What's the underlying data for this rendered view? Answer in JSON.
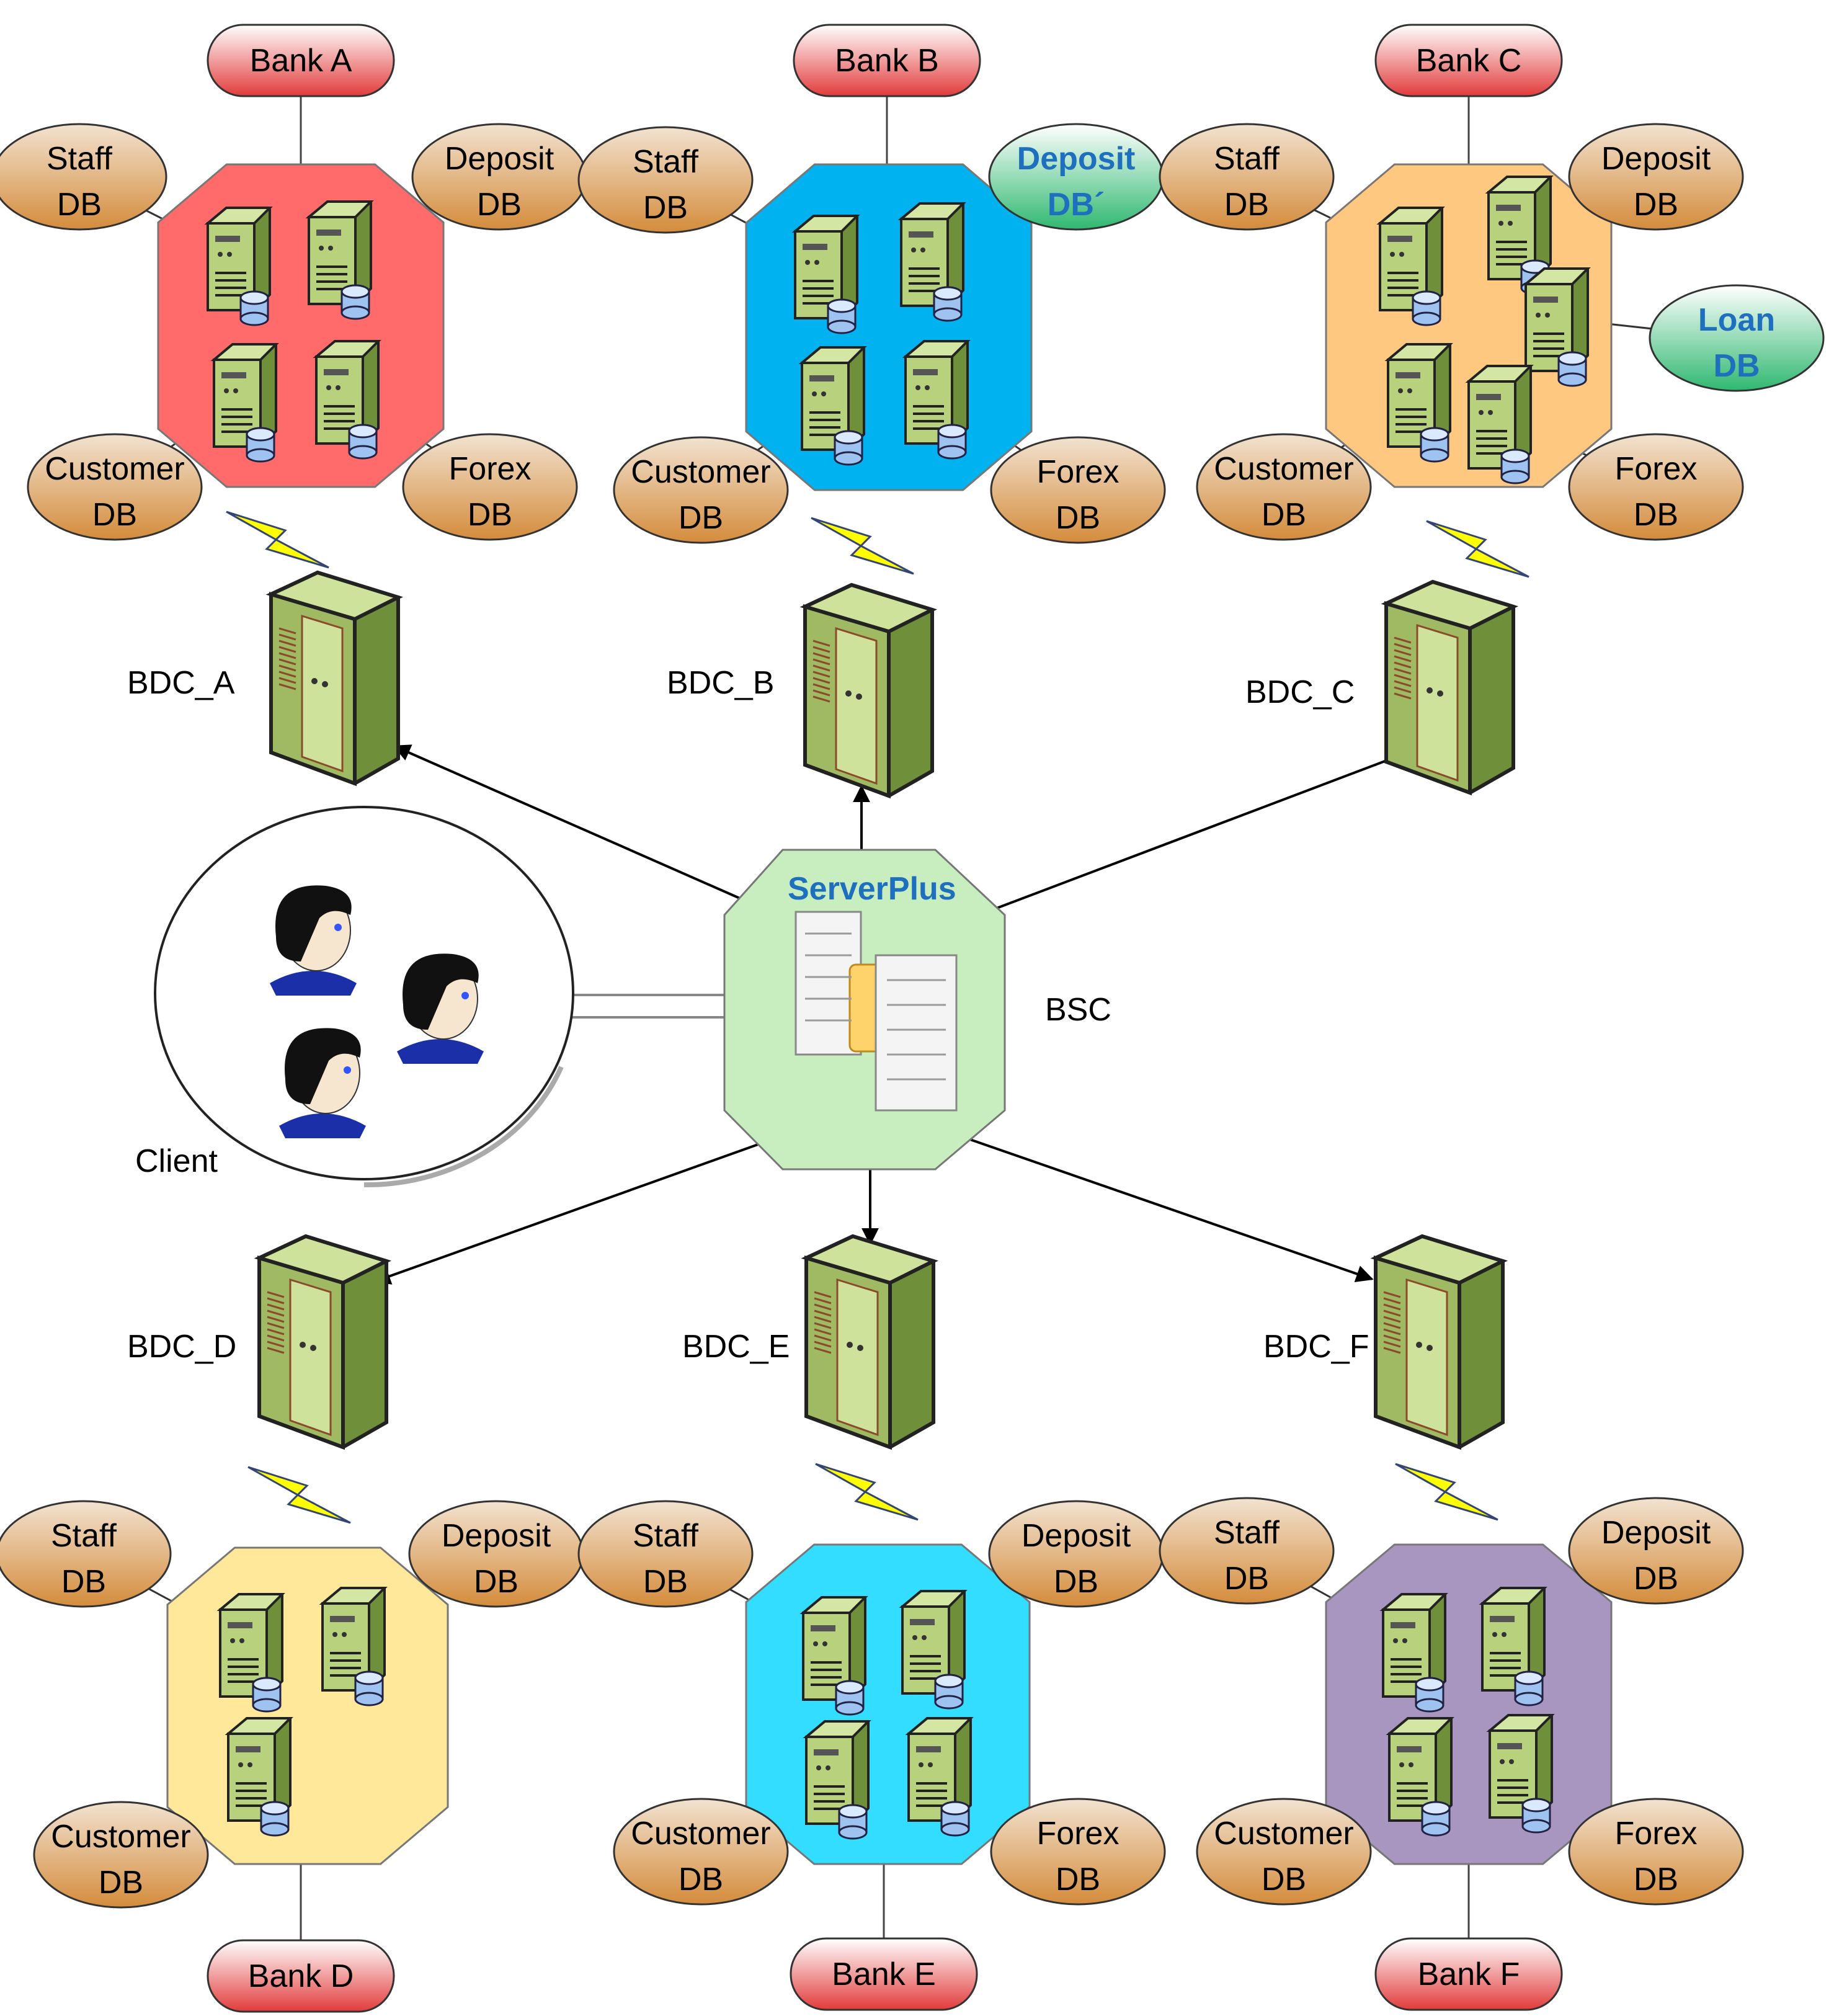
{
  "center": {
    "title": "ServerPlus",
    "label": "BSC"
  },
  "client": {
    "label": "Client"
  },
  "colors": {
    "bank_A": "#ff6b6b",
    "bank_B": "#00b2f0",
    "bank_C": "#ffc880",
    "bank_D": "#ffe89a",
    "bank_E": "#33ddff",
    "bank_F": "#a996c0",
    "center": "#c8eec0",
    "db_oval": "#d9a060",
    "db_oval_special": "#2fb870",
    "bank_pill": "#e23b3b",
    "lightning": "#ffff00",
    "server": "#9fba62"
  },
  "banks": [
    {
      "id": "A",
      "bank_label": "Bank A",
      "bdc_label": "BDC_A",
      "dbs": [
        {
          "line1": "Staff",
          "line2": "DB"
        },
        {
          "line1": "Deposit",
          "line2": "DB"
        },
        {
          "line1": "Customer",
          "line2": "DB"
        },
        {
          "line1": "Forex",
          "line2": "DB"
        }
      ]
    },
    {
      "id": "B",
      "bank_label": "Bank B",
      "bdc_label": "BDC_B",
      "dbs": [
        {
          "line1": "Staff",
          "line2": "DB"
        },
        {
          "line1": "Deposit",
          "line2": "DB´",
          "special": true
        },
        {
          "line1": "Customer",
          "line2": "DB"
        },
        {
          "line1": "Forex",
          "line2": "DB"
        }
      ]
    },
    {
      "id": "C",
      "bank_label": "Bank C",
      "bdc_label": "BDC_C",
      "dbs": [
        {
          "line1": "Staff",
          "line2": "DB"
        },
        {
          "line1": "Deposit",
          "line2": "DB"
        },
        {
          "line1": "Loan",
          "line2": "DB",
          "special": true
        },
        {
          "line1": "Customer",
          "line2": "DB"
        },
        {
          "line1": "Forex",
          "line2": "DB"
        }
      ]
    },
    {
      "id": "D",
      "bank_label": "Bank D",
      "bdc_label": "BDC_D",
      "dbs": [
        {
          "line1": "Staff",
          "line2": "DB"
        },
        {
          "line1": "Deposit",
          "line2": "DB"
        },
        {
          "line1": "Customer",
          "line2": "DB"
        }
      ]
    },
    {
      "id": "E",
      "bank_label": "Bank E",
      "bdc_label": "BDC_E",
      "dbs": [
        {
          "line1": "Staff",
          "line2": "DB"
        },
        {
          "line1": "Deposit",
          "line2": "DB"
        },
        {
          "line1": "Customer",
          "line2": "DB"
        },
        {
          "line1": "Forex",
          "line2": "DB"
        }
      ]
    },
    {
      "id": "F",
      "bank_label": "Bank F",
      "bdc_label": "BDC_F",
      "dbs": [
        {
          "line1": "Staff",
          "line2": "DB"
        },
        {
          "line1": "Deposit",
          "line2": "DB"
        },
        {
          "line1": "Customer",
          "line2": "DB"
        },
        {
          "line1": "Forex",
          "line2": "DB"
        }
      ]
    }
  ]
}
